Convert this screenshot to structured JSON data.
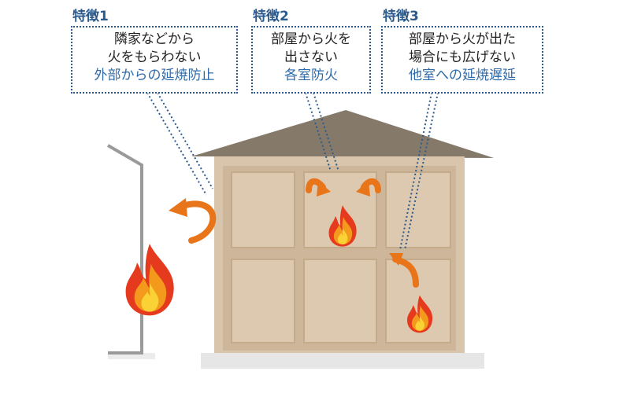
{
  "colors": {
    "accent_blue": "#2d5a8c",
    "highlight_blue": "#2f6aa8",
    "roof": "#857a6a",
    "wall": "#d8c5ac",
    "frame": "#cdb699",
    "arrow": "#e8751a",
    "flame_red": "#e63a1f",
    "flame_orange": "#f39a1c",
    "flame_yellow": "#fbd236",
    "ground": "#e6e6e6",
    "neighbor_wall": "#9a9a9a"
  },
  "features": [
    {
      "title": "特徴1",
      "lines": [
        "隣家などから",
        "火をもらわない"
      ],
      "highlight": "外部からの延焼防止"
    },
    {
      "title": "特徴2",
      "lines": [
        "部屋から火を",
        "出さない"
      ],
      "highlight": "各室防火"
    },
    {
      "title": "特徴3",
      "lines": [
        "部屋から火が出た",
        "場合にも広げない"
      ],
      "highlight": "他室への延焼遅延"
    }
  ],
  "icons": [
    "curved-arrow-icon",
    "flame-icon"
  ]
}
